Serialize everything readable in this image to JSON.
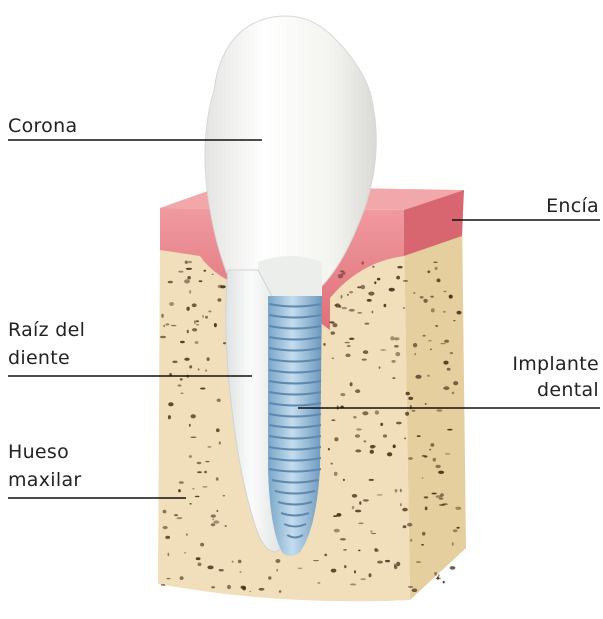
{
  "labels": {
    "corona": "Corona",
    "encia": "Encía",
    "raiz_line1": "Raíz del",
    "raiz_line2": "diente",
    "implante_line1": "Implante",
    "implante_line2": "dental",
    "hueso_line1": "Hueso",
    "hueso_line2": "maxilar"
  },
  "colors": {
    "gum": "#e9838a",
    "gum_top": "#f0a4a8",
    "bone": "#f1dfbb",
    "bone_side": "#e8d2a6",
    "tooth": "#f6f6f3",
    "implant": "#8fb8d6",
    "leader_line": "#111111"
  }
}
